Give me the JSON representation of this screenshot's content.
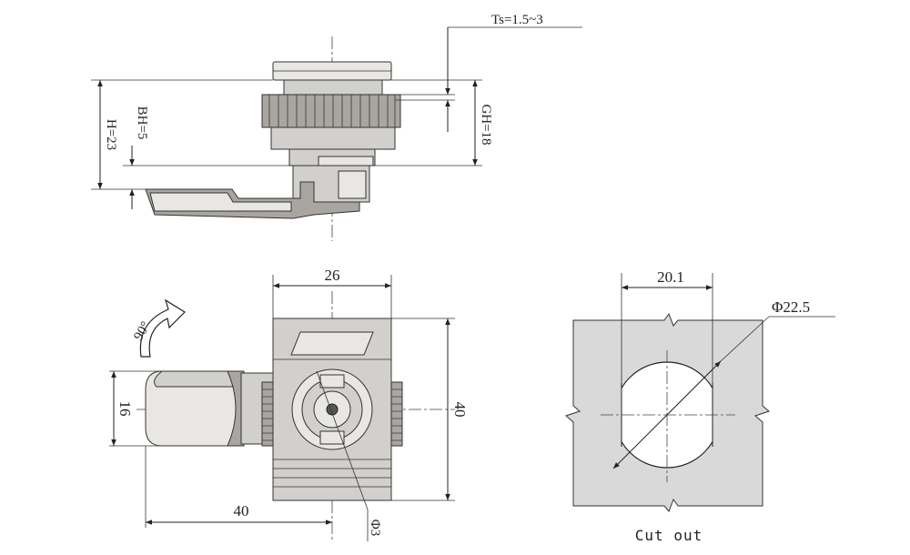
{
  "labels": {
    "ts": "Ts=1.5~3",
    "gh": "GH=18",
    "bh": "BH=5",
    "h": "H=23",
    "width_26": "26",
    "height_40": "40",
    "arm_16": "16",
    "length_40": "40",
    "hole_d3": "Φ3",
    "rotation": "90°",
    "cutout_20_1": "20.1",
    "cutout_d22_5": "Φ22.5",
    "cutout_caption": "Cut out"
  },
  "colors": {
    "line": "#222222",
    "metal": "#d2d0cc",
    "metal_dark": "#a9a6a1",
    "panel": "#d9d9d9"
  }
}
